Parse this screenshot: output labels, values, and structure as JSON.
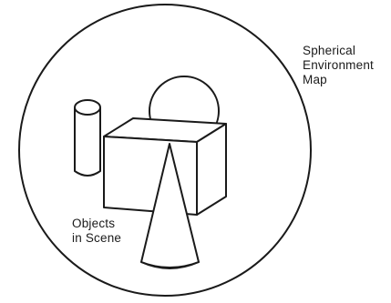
{
  "labels": {
    "environment": [
      "Spherical",
      "Environment",
      "Map"
    ],
    "objects": [
      "Objects",
      "in Scene"
    ]
  },
  "colors": {
    "ink": "#1a1a1a",
    "background": "#ffffff"
  }
}
